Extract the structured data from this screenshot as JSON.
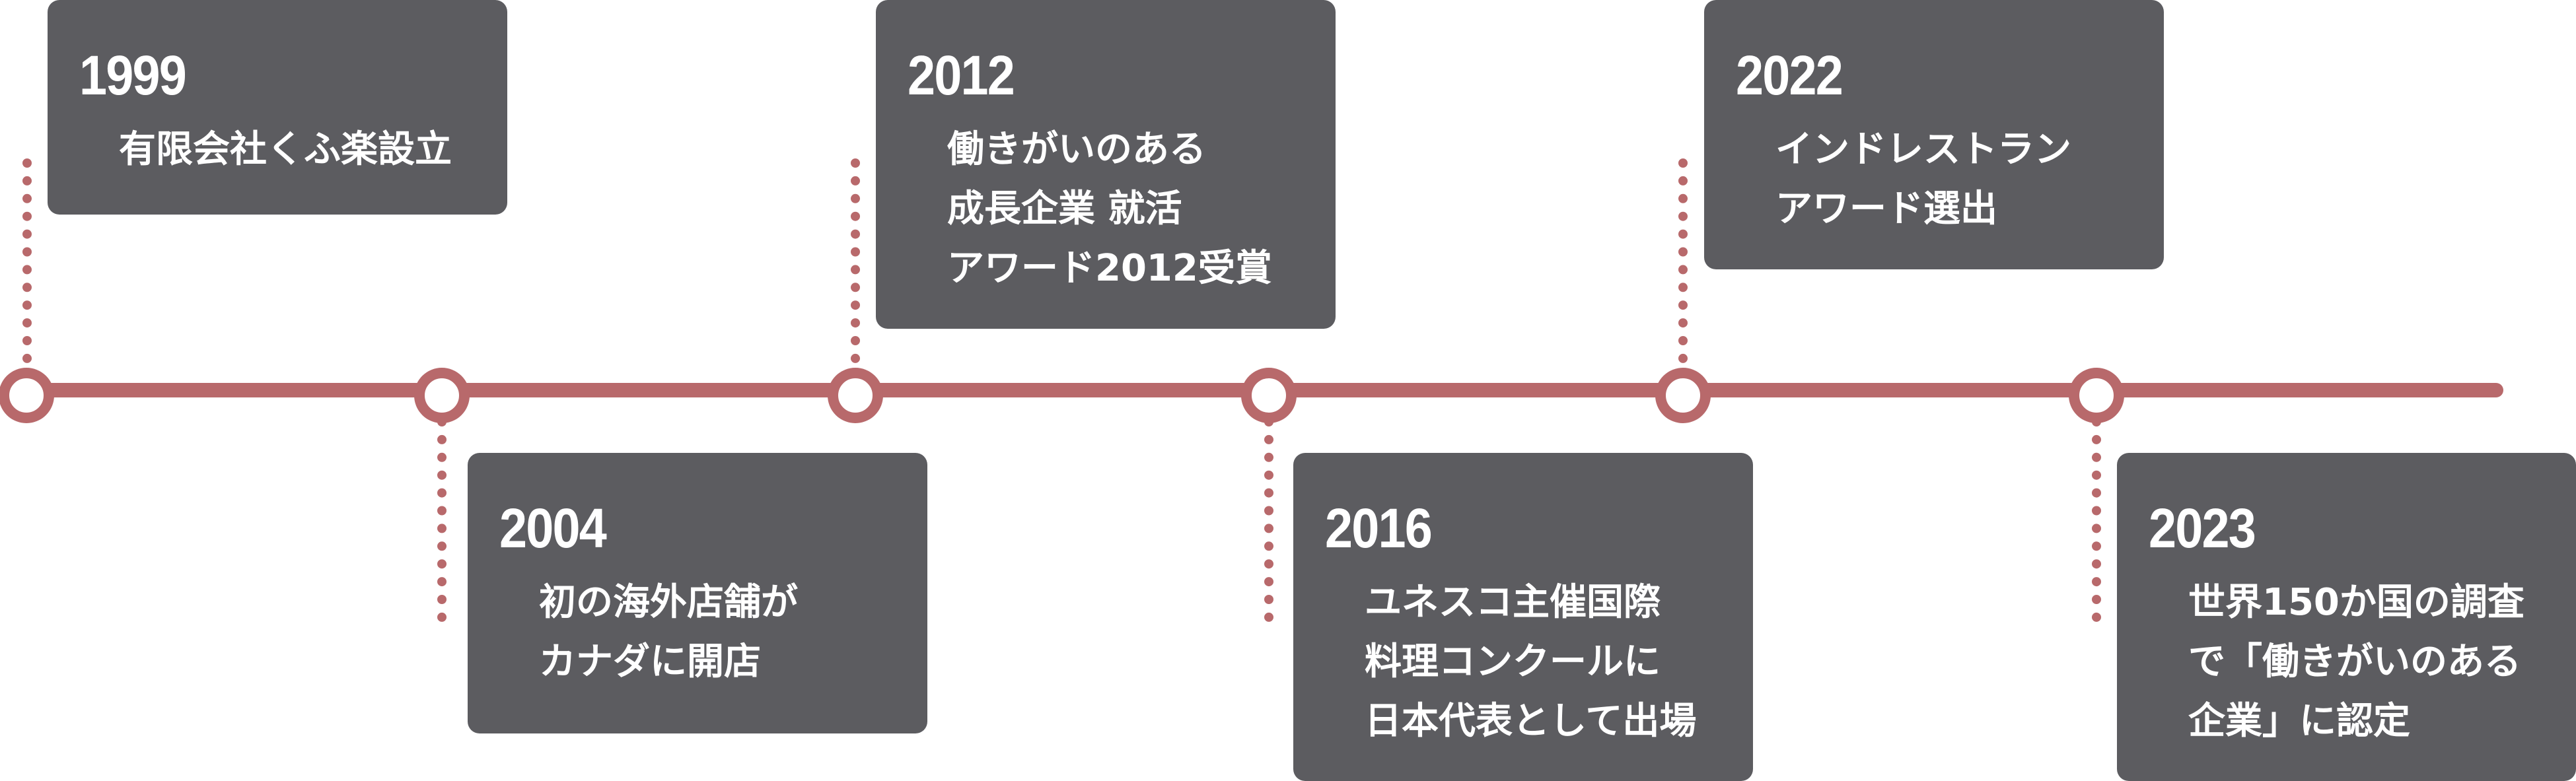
{
  "accent_color": "#b8696b",
  "card_color": "#5c5c60",
  "events": [
    {
      "year": "1999",
      "lines": [
        "有限会社くふ楽設立"
      ]
    },
    {
      "year": "2004",
      "lines": [
        "初の海外店舗が",
        "カナダに開店"
      ]
    },
    {
      "year": "2012",
      "lines": [
        "働きがいのある",
        "成長企業 就活",
        "アワード2012受賞"
      ]
    },
    {
      "year": "2016",
      "lines": [
        "ユネスコ主催国際",
        "料理コンクールに",
        "日本代表として出場"
      ]
    },
    {
      "year": "2022",
      "lines": [
        "インドレストラン",
        "アワード選出"
      ]
    },
    {
      "year": "2023",
      "lines": [
        "世界150か国の調査",
        "で「働きがいのある",
        "企業」に認定"
      ]
    }
  ]
}
